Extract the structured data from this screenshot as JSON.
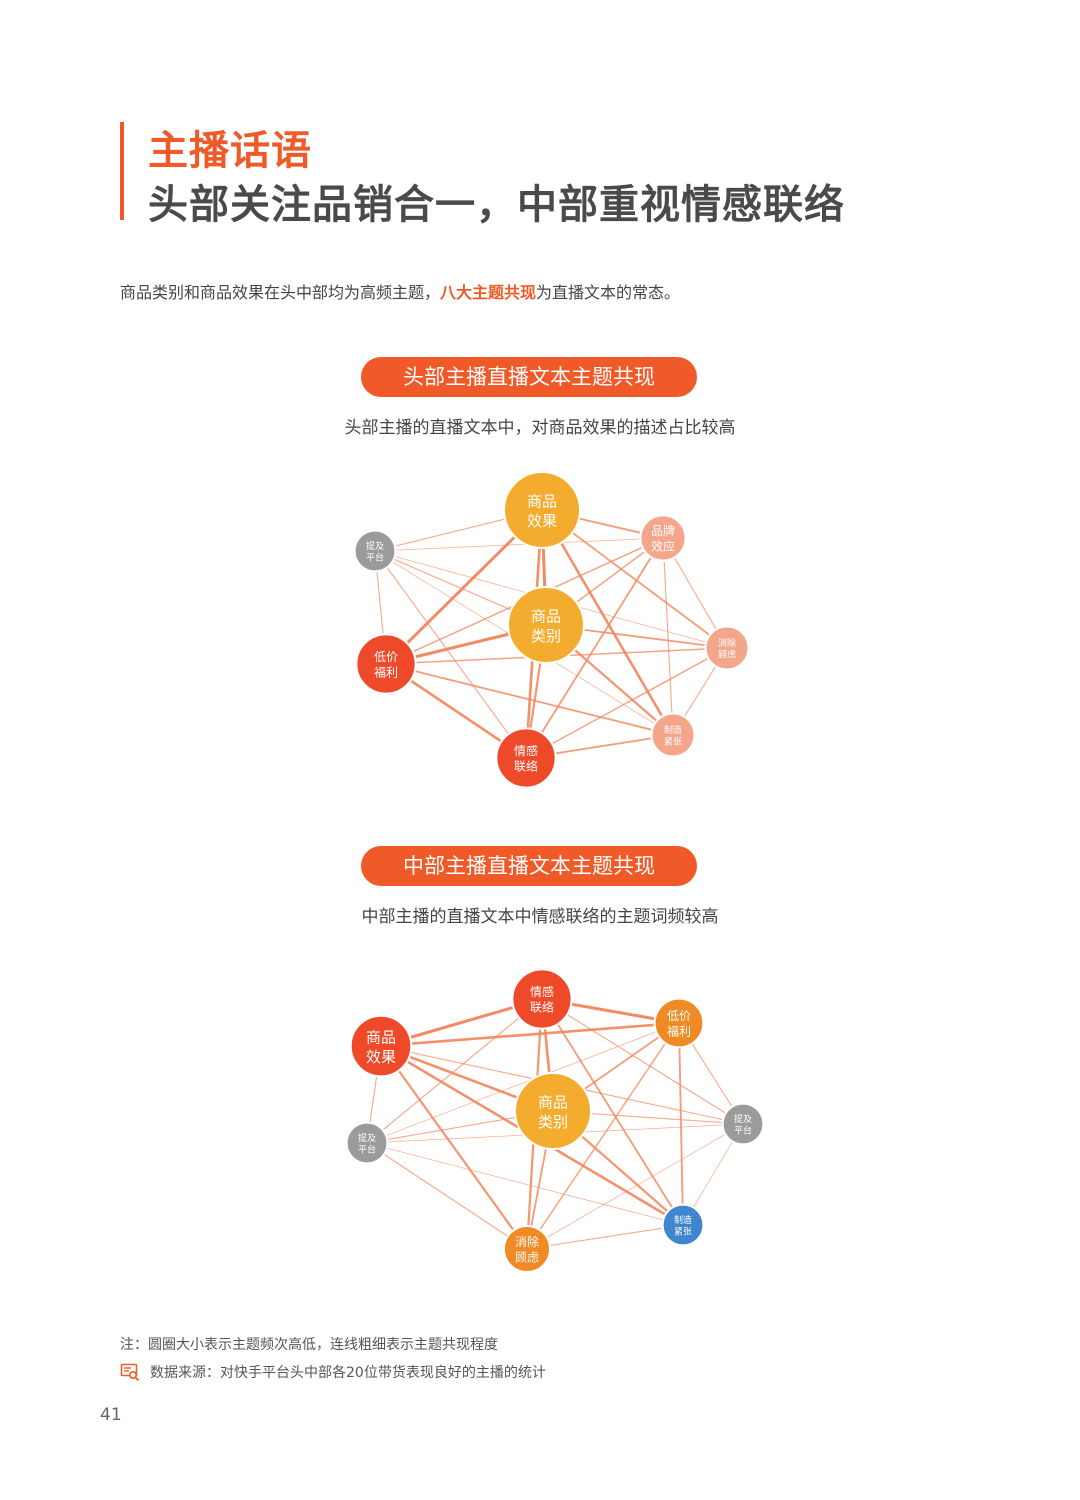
{
  "title": {
    "main": "主播话语",
    "sub": "头部关注品销合一，中部重视情感联络"
  },
  "intro": {
    "before": "商品类别和商品效果在头中部均为高频主题，",
    "highlight": "八大主题共现",
    "after": "为直播文本的常态。"
  },
  "diagram_top": {
    "heading": "头部主播直播文本主题共现",
    "caption": "头部主播的直播文本中，对商品效果的描述占比较高",
    "edge_color": "#f2855a",
    "nodes": [
      {
        "id": "effect",
        "lines": [
          "商品",
          "效果"
        ],
        "color": "#f3ac2e",
        "weight": 1.0
      },
      {
        "id": "brand",
        "lines": [
          "品牌",
          "效应"
        ],
        "color": "#f4a68a",
        "weight": 0.3
      },
      {
        "id": "platform",
        "lines": [
          "提及",
          "平台"
        ],
        "color": "#9b9b9b",
        "weight": 0.2
      },
      {
        "id": "category",
        "lines": [
          "商品",
          "类别"
        ],
        "color": "#f3ac2e",
        "weight": 1.0
      },
      {
        "id": "price",
        "lines": [
          "低价",
          "福利"
        ],
        "color": "#ee4a2a",
        "weight": 0.62
      },
      {
        "id": "worry",
        "lines": [
          "消除",
          "顾虑"
        ],
        "color": "#f4a68a",
        "weight": 0.25
      },
      {
        "id": "urgency",
        "lines": [
          "制造",
          "紧张"
        ],
        "color": "#f4a68a",
        "weight": 0.25
      },
      {
        "id": "emotion",
        "lines": [
          "情感",
          "联络"
        ],
        "color": "#ee4a2a",
        "weight": 0.62
      }
    ],
    "edges": [
      [
        "effect",
        "category",
        4
      ],
      [
        "effect",
        "price",
        4
      ],
      [
        "effect",
        "emotion",
        3.5
      ],
      [
        "effect",
        "urgency",
        3.5
      ],
      [
        "effect",
        "worry",
        2.5
      ],
      [
        "effect",
        "brand",
        2.5
      ],
      [
        "effect",
        "platform",
        1.5
      ],
      [
        "category",
        "price",
        4
      ],
      [
        "category",
        "emotion",
        3
      ],
      [
        "category",
        "urgency",
        3
      ],
      [
        "category",
        "worry",
        2.5
      ],
      [
        "category",
        "brand",
        2
      ],
      [
        "category",
        "platform",
        1.5
      ],
      [
        "price",
        "emotion",
        3.5
      ],
      [
        "price",
        "urgency",
        2.5
      ],
      [
        "price",
        "worry",
        2
      ],
      [
        "price",
        "brand",
        2
      ],
      [
        "price",
        "platform",
        1.5
      ],
      [
        "emotion",
        "urgency",
        2.5
      ],
      [
        "emotion",
        "worry",
        2
      ],
      [
        "emotion",
        "brand",
        2.5
      ],
      [
        "emotion",
        "platform",
        1.5
      ],
      [
        "brand",
        "worry",
        1.5
      ],
      [
        "brand",
        "urgency",
        1.5
      ],
      [
        "brand",
        "platform",
        1
      ],
      [
        "worry",
        "urgency",
        1.5
      ],
      [
        "worry",
        "platform",
        1
      ],
      [
        "urgency",
        "platform",
        1
      ]
    ]
  },
  "diagram_bottom": {
    "heading": "中部主播直播文本主题共现",
    "caption": "中部主播的直播文本中情感联络的主题词频较高",
    "edge_color": "#f2855a",
    "nodes": [
      {
        "id": "emotion",
        "lines": [
          "情感",
          "联络"
        ],
        "color": "#ee4a2a",
        "weight": 0.62
      },
      {
        "id": "effect",
        "lines": [
          "商品",
          "效果"
        ],
        "color": "#ee4a2a",
        "weight": 0.65
      },
      {
        "id": "price",
        "lines": [
          "低价",
          "福利"
        ],
        "color": "#f08a25",
        "weight": 0.38
      },
      {
        "id": "category",
        "lines": [
          "商品",
          "类别"
        ],
        "color": "#f3ac2e",
        "weight": 1.0
      },
      {
        "id": "platform_l",
        "lines": [
          "提及",
          "平台"
        ],
        "color": "#9b9b9b",
        "weight": 0.2
      },
      {
        "id": "platform_r",
        "lines": [
          "提及",
          "平台"
        ],
        "color": "#9b9b9b",
        "weight": 0.2
      },
      {
        "id": "urgency",
        "lines": [
          "制造",
          "紧张"
        ],
        "color": "#3f86cf",
        "weight": 0.2
      },
      {
        "id": "worry",
        "lines": [
          "消除",
          "顾虑"
        ],
        "color": "#f08a25",
        "weight": 0.32
      }
    ],
    "edges": [
      [
        "emotion",
        "effect",
        4
      ],
      [
        "emotion",
        "price",
        4
      ],
      [
        "emotion",
        "category",
        3.5
      ],
      [
        "emotion",
        "worry",
        3
      ],
      [
        "emotion",
        "urgency",
        2.5
      ],
      [
        "emotion",
        "platform_l",
        1.5
      ],
      [
        "emotion",
        "platform_r",
        1.5
      ],
      [
        "effect",
        "price",
        3.5
      ],
      [
        "effect",
        "category",
        3.5
      ],
      [
        "effect",
        "urgency",
        3.5
      ],
      [
        "effect",
        "worry",
        3
      ],
      [
        "effect",
        "platform_l",
        1.5
      ],
      [
        "effect",
        "platform_r",
        1.5
      ],
      [
        "price",
        "category",
        2.5
      ],
      [
        "price",
        "urgency",
        2.5
      ],
      [
        "price",
        "worry",
        2
      ],
      [
        "price",
        "platform_r",
        1.5
      ],
      [
        "price",
        "platform_l",
        1
      ],
      [
        "category",
        "urgency",
        3
      ],
      [
        "category",
        "worry",
        2.5
      ],
      [
        "category",
        "platform_l",
        1.5
      ],
      [
        "category",
        "platform_r",
        1.5
      ],
      [
        "platform_l",
        "worry",
        1.5
      ],
      [
        "platform_l",
        "urgency",
        1
      ],
      [
        "platform_l",
        "platform_r",
        1
      ],
      [
        "platform_r",
        "urgency",
        1
      ],
      [
        "platform_r",
        "worry",
        1
      ],
      [
        "urgency",
        "worry",
        1.5
      ]
    ]
  },
  "note": "注：圆圈大小表示主题频次高低，连线粗细表示主题共现程度",
  "source": "数据来源：对快手平台头中部各20位带货表现良好的主播的统计",
  "page_number": "41"
}
